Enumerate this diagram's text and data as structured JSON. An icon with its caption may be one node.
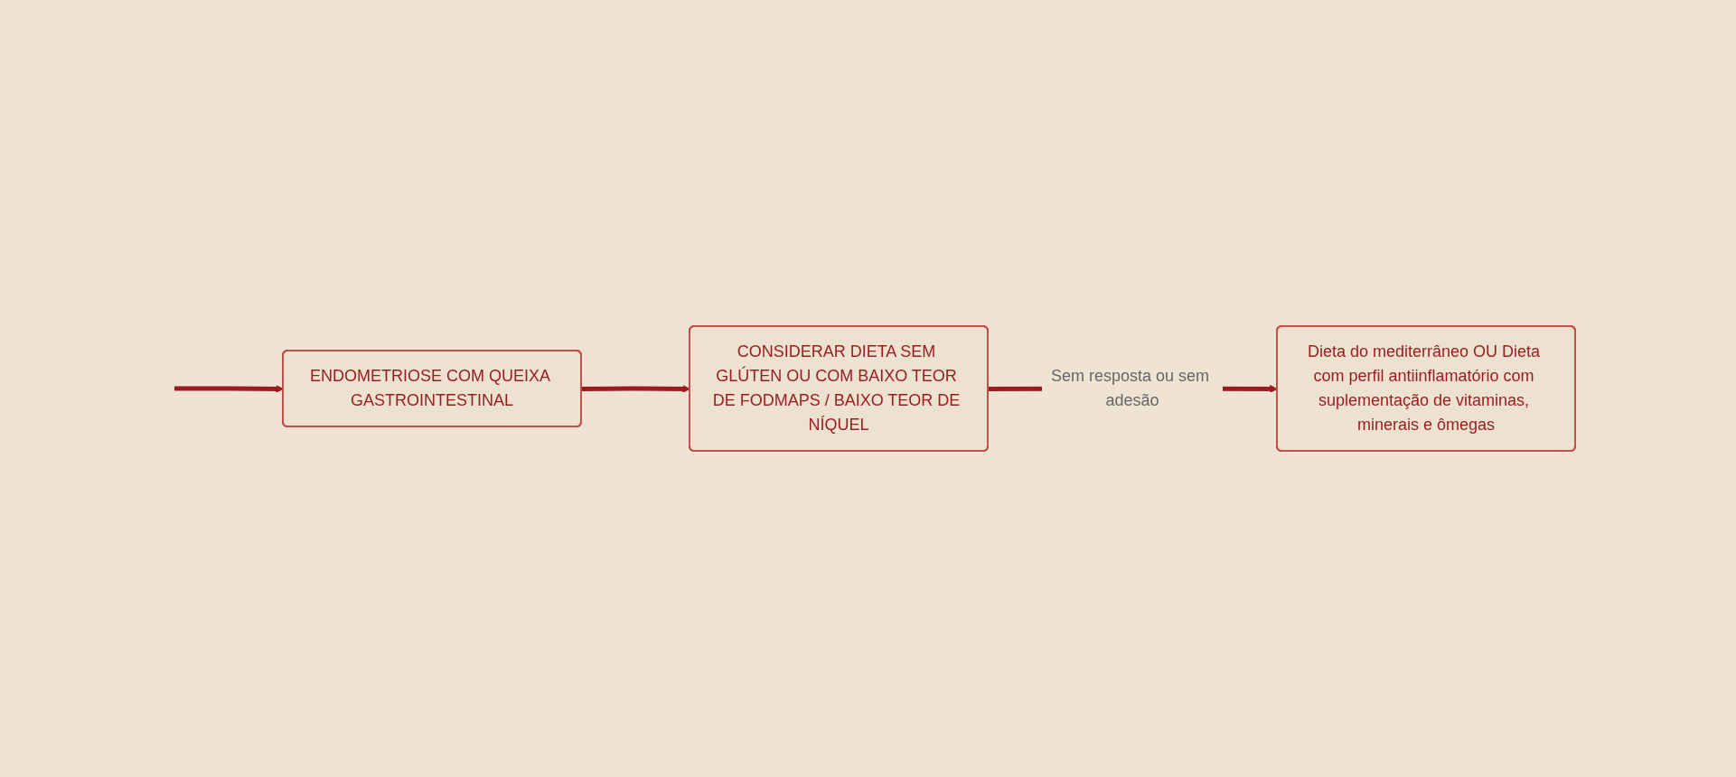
{
  "diagram": {
    "nodes": [
      {
        "text": [
          "ENDOMETRIOSE COM QUEIXA GASTROINTESTINAL"
        ]
      },
      {
        "text": [
          "CONSIDERAR DIETA SEM GLÚTEN OU COM BAIXO TEOR DE FODMAPS / BAIXO TEOR DE NÍQUEL"
        ]
      },
      {
        "text": [
          "Dieta do mediterrâneo OU Dieta com perfil antiinflamatório com suplementação de vitaminas, minerais e ômegas"
        ]
      }
    ],
    "edges": [
      {
        "from": null,
        "to": 0,
        "arrow": "to"
      },
      {
        "from": 0,
        "to": 1,
        "arrow": "to"
      },
      {
        "from": 1,
        "to": 2,
        "arrow": "to",
        "label": "Sem resposta ou sem adesão"
      }
    ]
  }
}
